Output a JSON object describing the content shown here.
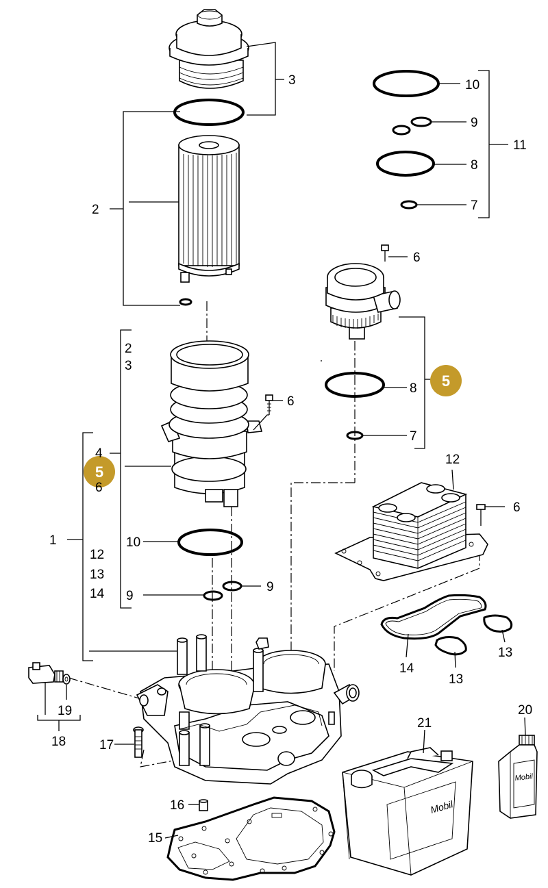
{
  "diagram": {
    "callouts": {
      "c1": "1",
      "c2_filter": "2",
      "c2_housing": "2",
      "c3_cap": "3",
      "c3_housing": "3",
      "c4": "4",
      "c6_housing": "6",
      "c6_separator": "6",
      "c6_housing_bolt": "6",
      "c6_cooler": "6",
      "c7_kit": "7",
      "c7_separator": "7",
      "c8_kit": "8",
      "c8_separator": "8",
      "c9_kit": "9",
      "c9_left": "9",
      "c9_right": "9",
      "c10_kit": "10",
      "c10_housing": "10",
      "c11": "11",
      "c12_list": "12",
      "c12_cooler": "12",
      "c13_list": "13",
      "c13_gasket_a": "13",
      "c13_gasket_b": "13",
      "c14_list": "14",
      "c14_gasket": "14",
      "c15": "15",
      "c16": "16",
      "c17": "17",
      "c18": "18",
      "c19": "19",
      "c20": "20",
      "c21": "21"
    },
    "badges": {
      "badge_separator": "5",
      "badge_housing": "5"
    },
    "brand": {
      "canister_text": "Mobil",
      "bottle_text": "Mobil"
    },
    "colors": {
      "badge": "#c49a2a",
      "line": "#000000"
    }
  }
}
